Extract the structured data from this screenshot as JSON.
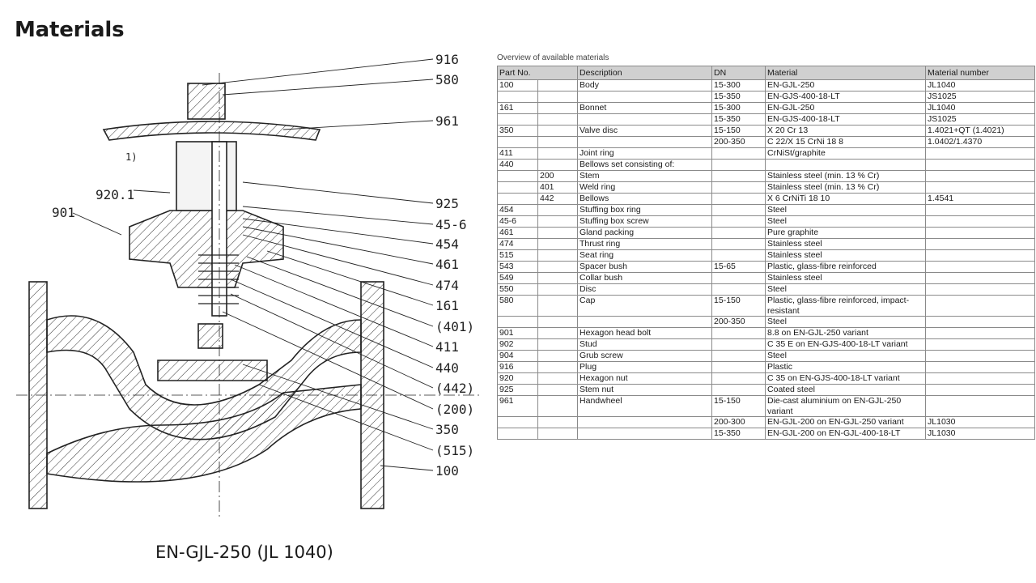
{
  "page": {
    "title": "Materials",
    "caption": "EN-GJL-250 (JL 1040)",
    "table_note": "Overview of available materials"
  },
  "drawing": {
    "labels": [
      "916",
      "580",
      "961",
      "925",
      "45-6",
      "454",
      "461",
      "474",
      "161",
      "(401)",
      "411",
      "440",
      "(442)",
      "(200)",
      "350",
      "(515)",
      "100",
      "1)",
      "920.1",
      "901"
    ]
  },
  "table": {
    "headers": [
      "Part No.",
      "",
      "Description",
      "DN",
      "Material",
      "Material number"
    ],
    "rows": [
      [
        "100",
        "",
        "Body",
        "15-300",
        "EN-GJL-250",
        "JL1040"
      ],
      [
        "",
        "",
        "",
        "15-350",
        "EN-GJS-400-18-LT",
        "JS1025"
      ],
      [
        "161",
        "",
        "Bonnet",
        "15-300",
        "EN-GJL-250",
        "JL1040"
      ],
      [
        "",
        "",
        "",
        "15-350",
        "EN-GJS-400-18-LT",
        "JS1025"
      ],
      [
        "350",
        "",
        "Valve disc",
        "15-150",
        "X 20 Cr 13",
        "1.4021+QT (1.4021)"
      ],
      [
        "",
        "",
        "",
        "200-350",
        "C 22/X 15 CrNi 18 8",
        "1.0402/1.4370"
      ],
      [
        "411",
        "",
        "Joint ring",
        "",
        "CrNiSt/graphite",
        ""
      ],
      [
        "440",
        "",
        "Bellows set consisting of:",
        "",
        "",
        ""
      ],
      [
        "",
        "200",
        "Stem",
        "",
        "Stainless steel (min. 13 % Cr)",
        ""
      ],
      [
        "",
        "401",
        "Weld ring",
        "",
        "Stainless steel (min. 13 % Cr)",
        ""
      ],
      [
        "",
        "442",
        "Bellows",
        "",
        "X 6 CrNiTi 18 10",
        "1.4541"
      ],
      [
        "454",
        "",
        "Stuffing box ring",
        "",
        "Steel",
        ""
      ],
      [
        "45-6",
        "",
        "Stuffing box screw",
        "",
        "Steel",
        ""
      ],
      [
        "461",
        "",
        "Gland packing",
        "",
        "Pure graphite",
        ""
      ],
      [
        "474",
        "",
        "Thrust ring",
        "",
        "Stainless steel",
        ""
      ],
      [
        "515",
        "",
        "Seat ring",
        "",
        "Stainless steel",
        ""
      ],
      [
        "543",
        "",
        "Spacer bush",
        "15-65",
        "Plastic, glass-fibre reinforced",
        ""
      ],
      [
        "549",
        "",
        "Collar bush",
        "",
        "Stainless steel",
        ""
      ],
      [
        "550",
        "",
        "Disc",
        "",
        "Steel",
        ""
      ],
      [
        "580",
        "",
        "Cap",
        "15-150",
        "Plastic, glass-fibre reinforced, impact-resistant",
        ""
      ],
      [
        "",
        "",
        "",
        "200-350",
        "Steel",
        ""
      ],
      [
        "901",
        "",
        "Hexagon head bolt",
        "",
        "8.8 on EN-GJL-250 variant",
        ""
      ],
      [
        "902",
        "",
        "Stud",
        "",
        "C 35 E on EN-GJS-400-18-LT variant",
        ""
      ],
      [
        "904",
        "",
        "Grub screw",
        "",
        "Steel",
        ""
      ],
      [
        "916",
        "",
        "Plug",
        "",
        "Plastic",
        ""
      ],
      [
        "920",
        "",
        "Hexagon nut",
        "",
        "C 35 on EN-GJS-400-18-LT variant",
        ""
      ],
      [
        "925",
        "",
        "Stem nut",
        "",
        "Coated steel",
        ""
      ],
      [
        "961",
        "",
        "Handwheel",
        "15-150",
        "Die-cast aluminium on EN-GJL-250 variant",
        ""
      ],
      [
        "",
        "",
        "",
        "200-300",
        "EN-GJL-200 on EN-GJL-250 variant",
        "JL1030"
      ],
      [
        "",
        "",
        "",
        "15-350",
        "EN-GJL-200 on EN-GJL-400-18-LT",
        "JL1030"
      ]
    ]
  }
}
